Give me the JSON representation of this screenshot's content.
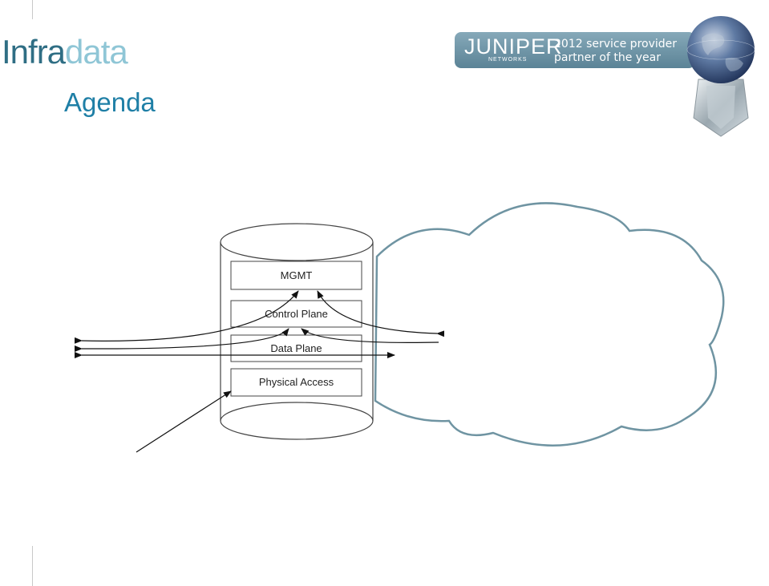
{
  "header": {
    "logo_part1": "Infra",
    "logo_part2": "data",
    "title": "Agenda"
  },
  "banner": {
    "brand": "JUNIPER",
    "brand_sub": "NETWORKS",
    "award_line1": "2012 service provider",
    "award_line2": "partner of the year"
  },
  "diagram": {
    "layers": [
      "MGMT",
      "Control Plane",
      "Data Plane",
      "Physical Access"
    ]
  }
}
